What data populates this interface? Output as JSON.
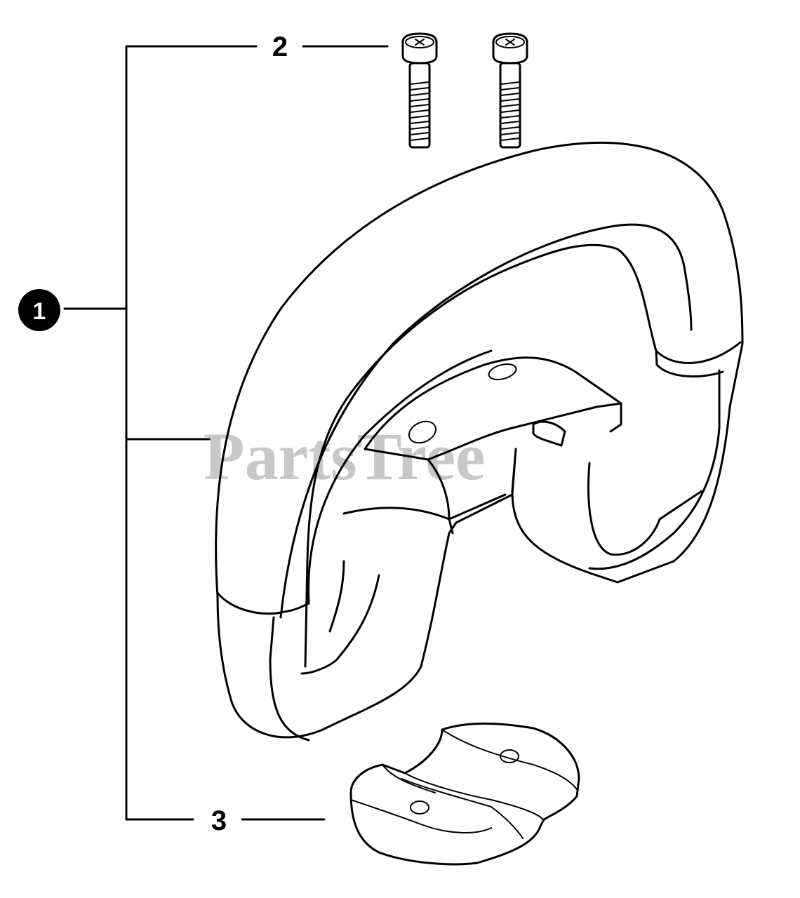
{
  "callouts": {
    "item1": "1",
    "item2": "2",
    "item3": "3"
  },
  "watermark": "PartsTree",
  "colors": {
    "line": "#000000",
    "background": "#ffffff",
    "watermark": "#c8c8c8"
  }
}
